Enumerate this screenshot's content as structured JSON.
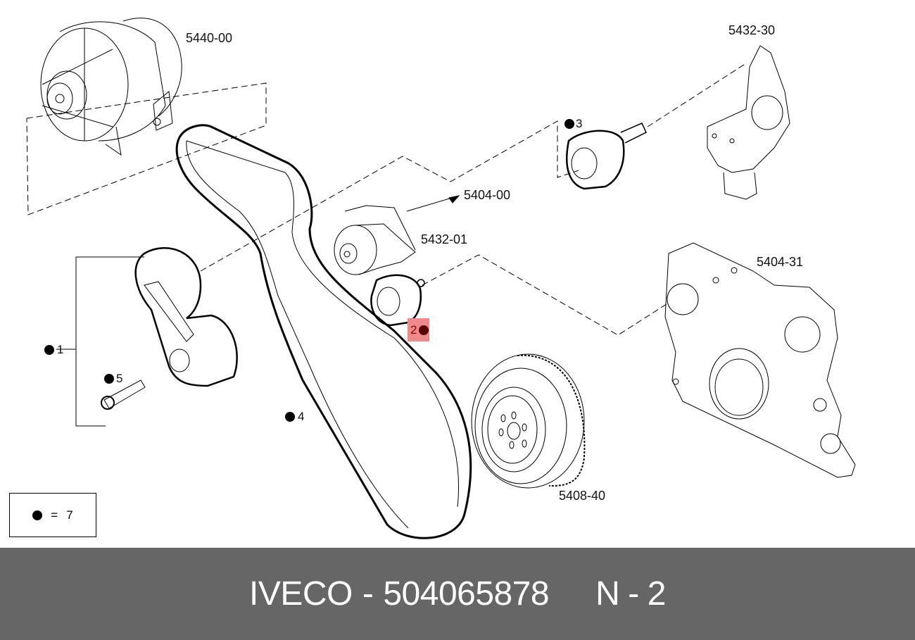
{
  "diagram": {
    "group_labels": {
      "alternator": "5440-00",
      "water_pump": "5432-30",
      "ref_arrow": "5404-00",
      "idler_group": "5432-01",
      "timing_cover": "5404-31",
      "damper_pulley": "5408-40"
    },
    "callouts": [
      {
        "id": "1",
        "label": "1"
      },
      {
        "id": "2",
        "label": "2",
        "highlighted": true
      },
      {
        "id": "3",
        "label": "3"
      },
      {
        "id": "4",
        "label": "4"
      },
      {
        "id": "5",
        "label": "5"
      }
    ],
    "legend": {
      "symbol": "dot-icon",
      "equals": "=",
      "value": "7"
    },
    "highlight_color": "#f08a8a"
  },
  "footer": {
    "brand": "IVECO",
    "separator": "-",
    "part_number": "504065878",
    "page_prefix": "N",
    "page_separator": "-",
    "page_number": "2",
    "background": "#666666"
  }
}
